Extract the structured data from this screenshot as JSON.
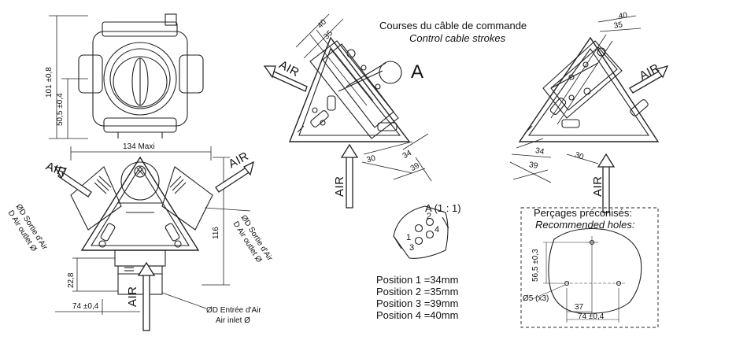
{
  "title": {
    "fr": "Courses du câble de commande",
    "en": "Control cable strokes"
  },
  "detail": {
    "marker": "A",
    "label": "A   (1 : 1)",
    "hole_numbers": [
      "1",
      "2",
      "3",
      "4"
    ]
  },
  "positions": [
    "Position 1 =34mm",
    "Position 2 =35mm",
    "Position 3 =39mm",
    "Position 4 =40mm"
  ],
  "recommended_holes": {
    "fr": "Perçages préconisés:",
    "en": "Recommended holes:",
    "dims": {
      "height": "56,5 ±0,3",
      "diameter": "Ø5 (x3)",
      "width_short": "37",
      "width_long": "74 ±0,4"
    }
  },
  "front_view": {
    "height_total": "101 ±0,8",
    "height_half": "50,5 ±0,4"
  },
  "main_view": {
    "width": "134 Maxi",
    "height": "116",
    "base": "22,8",
    "offset": "74 ±0,4",
    "outlet_fr": "ØD Sortie d'Air",
    "outlet_en": "D Air outlet Ø",
    "inlet_fr": "ØD Entrée d'Air",
    "inlet_en": "Air inlet Ø"
  },
  "strokes_left": {
    "d40": "40",
    "d35": "35",
    "d30": "30",
    "d34": "34",
    "d39": "39"
  },
  "strokes_right": {
    "d40": "40",
    "d35": "35",
    "d30": "30",
    "d34": "34",
    "d39": "39"
  },
  "air_label": "AIR"
}
